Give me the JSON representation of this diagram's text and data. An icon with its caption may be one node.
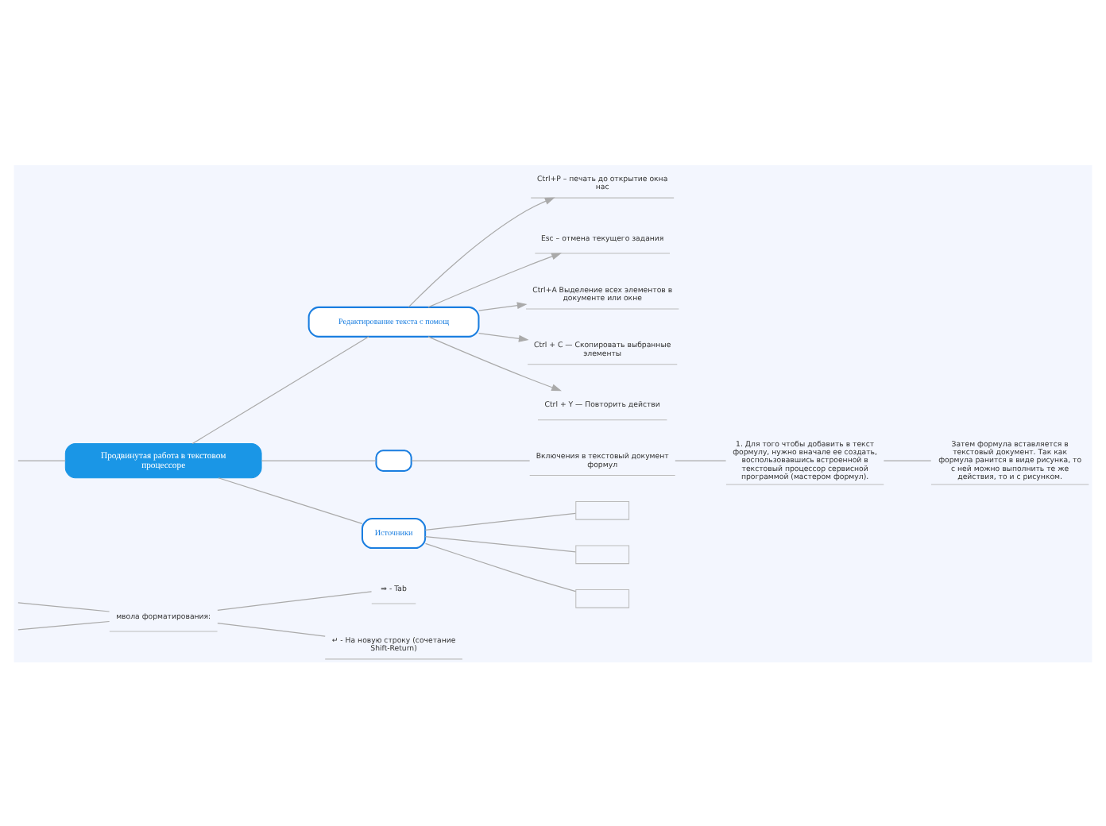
{
  "diagram": {
    "nodes": [
      {
        "text": [
          "мвола форматирования:"
        ]
      },
      {
        "text": [
          "⇒ - Tab"
        ]
      },
      {
        "text": [
          "↵ - На новую строку (сочетание Shift-Return)"
        ]
      },
      {
        "text": [
          "Ctrl+P – печать до открытие окна нас"
        ]
      },
      {
        "text": [
          "Esc – отмена текущего задания"
        ]
      },
      {
        "text": [
          "Редактирование текста с помощ"
        ]
      },
      {
        "text": [
          "Продвинутая работа в текстовом процессоре"
        ]
      },
      {
        "text": [],
        "shape": "box"
      },
      {
        "text": [
          "Ctrl+A Выделение всех элементов в документе или окне"
        ]
      },
      {
        "text": [
          "Ctrl + C — Скопировать выбранные элементы"
        ]
      },
      {
        "text": [
          "Ctrl + Y — Повторить действи"
        ]
      },
      {
        "text": [
          "Включения в текстовый документ формул"
        ]
      },
      {
        "text": [
          "1. Для того чтобы добавить в текст формулу, нужно вначале ее создать, воспользовавшись встроенной в текстовый процессор сервисной программой (мастером формул)."
        ]
      },
      {
        "text": [
          "Затем формула вставляется в текстовый документ. Так как формула ранится в виде рисунка, то с ней можно выполнить те же действия, то и с рисунком."
        ]
      },
      {
        "text": [
          "Источники"
        ]
      },
      {
        "text": [],
        "shape": "box"
      },
      {
        "text": [],
        "shape": "box"
      },
      {
        "text": [],
        "shape": "box"
      }
    ],
    "edges": [
      {
        "from": null,
        "to": 0,
        "arrow": "none"
      },
      {
        "from": 0,
        "to": null,
        "arrow": "none"
      },
      {
        "from": 0,
        "to": 1,
        "arrow": "none"
      },
      {
        "from": 0,
        "to": 2,
        "arrow": "none"
      },
      {
        "from": 6,
        "to": null,
        "arrow": "none"
      },
      {
        "from": 6,
        "to": 5,
        "arrow": "none"
      },
      {
        "from": 6,
        "to": 7,
        "arrow": "none"
      },
      {
        "from": 6,
        "to": 14,
        "arrow": "none"
      },
      {
        "from": 5,
        "to": 3,
        "arrow": "to"
      },
      {
        "from": 5,
        "to": 4,
        "arrow": "to"
      },
      {
        "from": 5,
        "to": 8,
        "arrow": "to"
      },
      {
        "from": 5,
        "to": 9,
        "arrow": "to"
      },
      {
        "from": 5,
        "to": 10,
        "arrow": "to"
      },
      {
        "from": 7,
        "to": 11,
        "arrow": "none"
      },
      {
        "from": 11,
        "to": 12,
        "arrow": "none"
      },
      {
        "from": 12,
        "to": 13,
        "arrow": "none"
      },
      {
        "from": 14,
        "to": 15,
        "arrow": "none"
      },
      {
        "from": 14,
        "to": 16,
        "arrow": "none"
      },
      {
        "from": 14,
        "to": 17,
        "arrow": "none"
      }
    ]
  }
}
